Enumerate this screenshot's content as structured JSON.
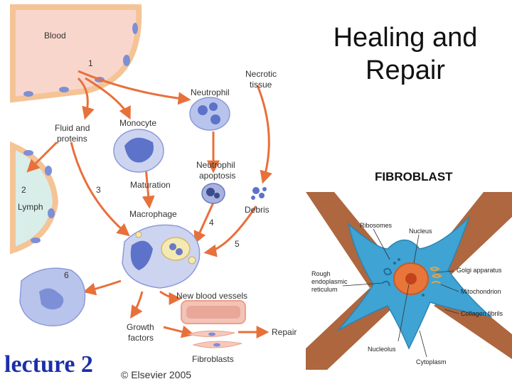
{
  "slide": {
    "title_line1": "Healing and",
    "title_line2": "Repair",
    "lecture_label": "lecture 2",
    "copyright": "© Elsevier 2005"
  },
  "healing_diagram": {
    "blood": "Blood",
    "step1": "1",
    "necrotic_line1": "Necrotic",
    "necrotic_line2": "tissue",
    "neutrophil": "Neutrophil",
    "fluid_line1": "Fluid and",
    "fluid_line2": "proteins",
    "monocyte": "Monocyte",
    "apoptosis_line1": "Neutrophil",
    "apoptosis_line2": "apoptosis",
    "step2": "2",
    "lymph": "Lymph",
    "step3": "3",
    "maturation": "Maturation",
    "debris": "Debris",
    "macrophage": "Macrophage",
    "step4": "4",
    "step5": "5",
    "step6": "6",
    "new_vessels": "New blood vessels",
    "growth_line1": "Growth",
    "growth_line2": "factors",
    "repair": "Repair",
    "fibroblasts": "Fibroblasts"
  },
  "fibroblast_diagram": {
    "title": "FIBROBLAST",
    "ribosomes": "Ribosomes",
    "nucleus": "Nucleus",
    "golgi": "Golgi apparatus",
    "rer_line1": "Rough",
    "rer_line2": "endoplasmic",
    "rer_line3": "reticulum",
    "mitochondrion": "Mitochondrion",
    "collagen": "Collagen fibrils",
    "nucleolus": "Nucleolus",
    "cytoplasm": "Cytoplasm"
  },
  "colors": {
    "blood_fill": "#f9d6cc",
    "vessel_wall": "#f4c497",
    "cell_fill": "#b9c4ec",
    "cell_nucleus": "#5d73c9",
    "arrow": "#e8703a",
    "lymph_fill": "#d9eee9",
    "fibroblast_blue": "#3fa3d3",
    "muscle_brown": "#a5562a",
    "title_color": "#1c2fa8"
  }
}
